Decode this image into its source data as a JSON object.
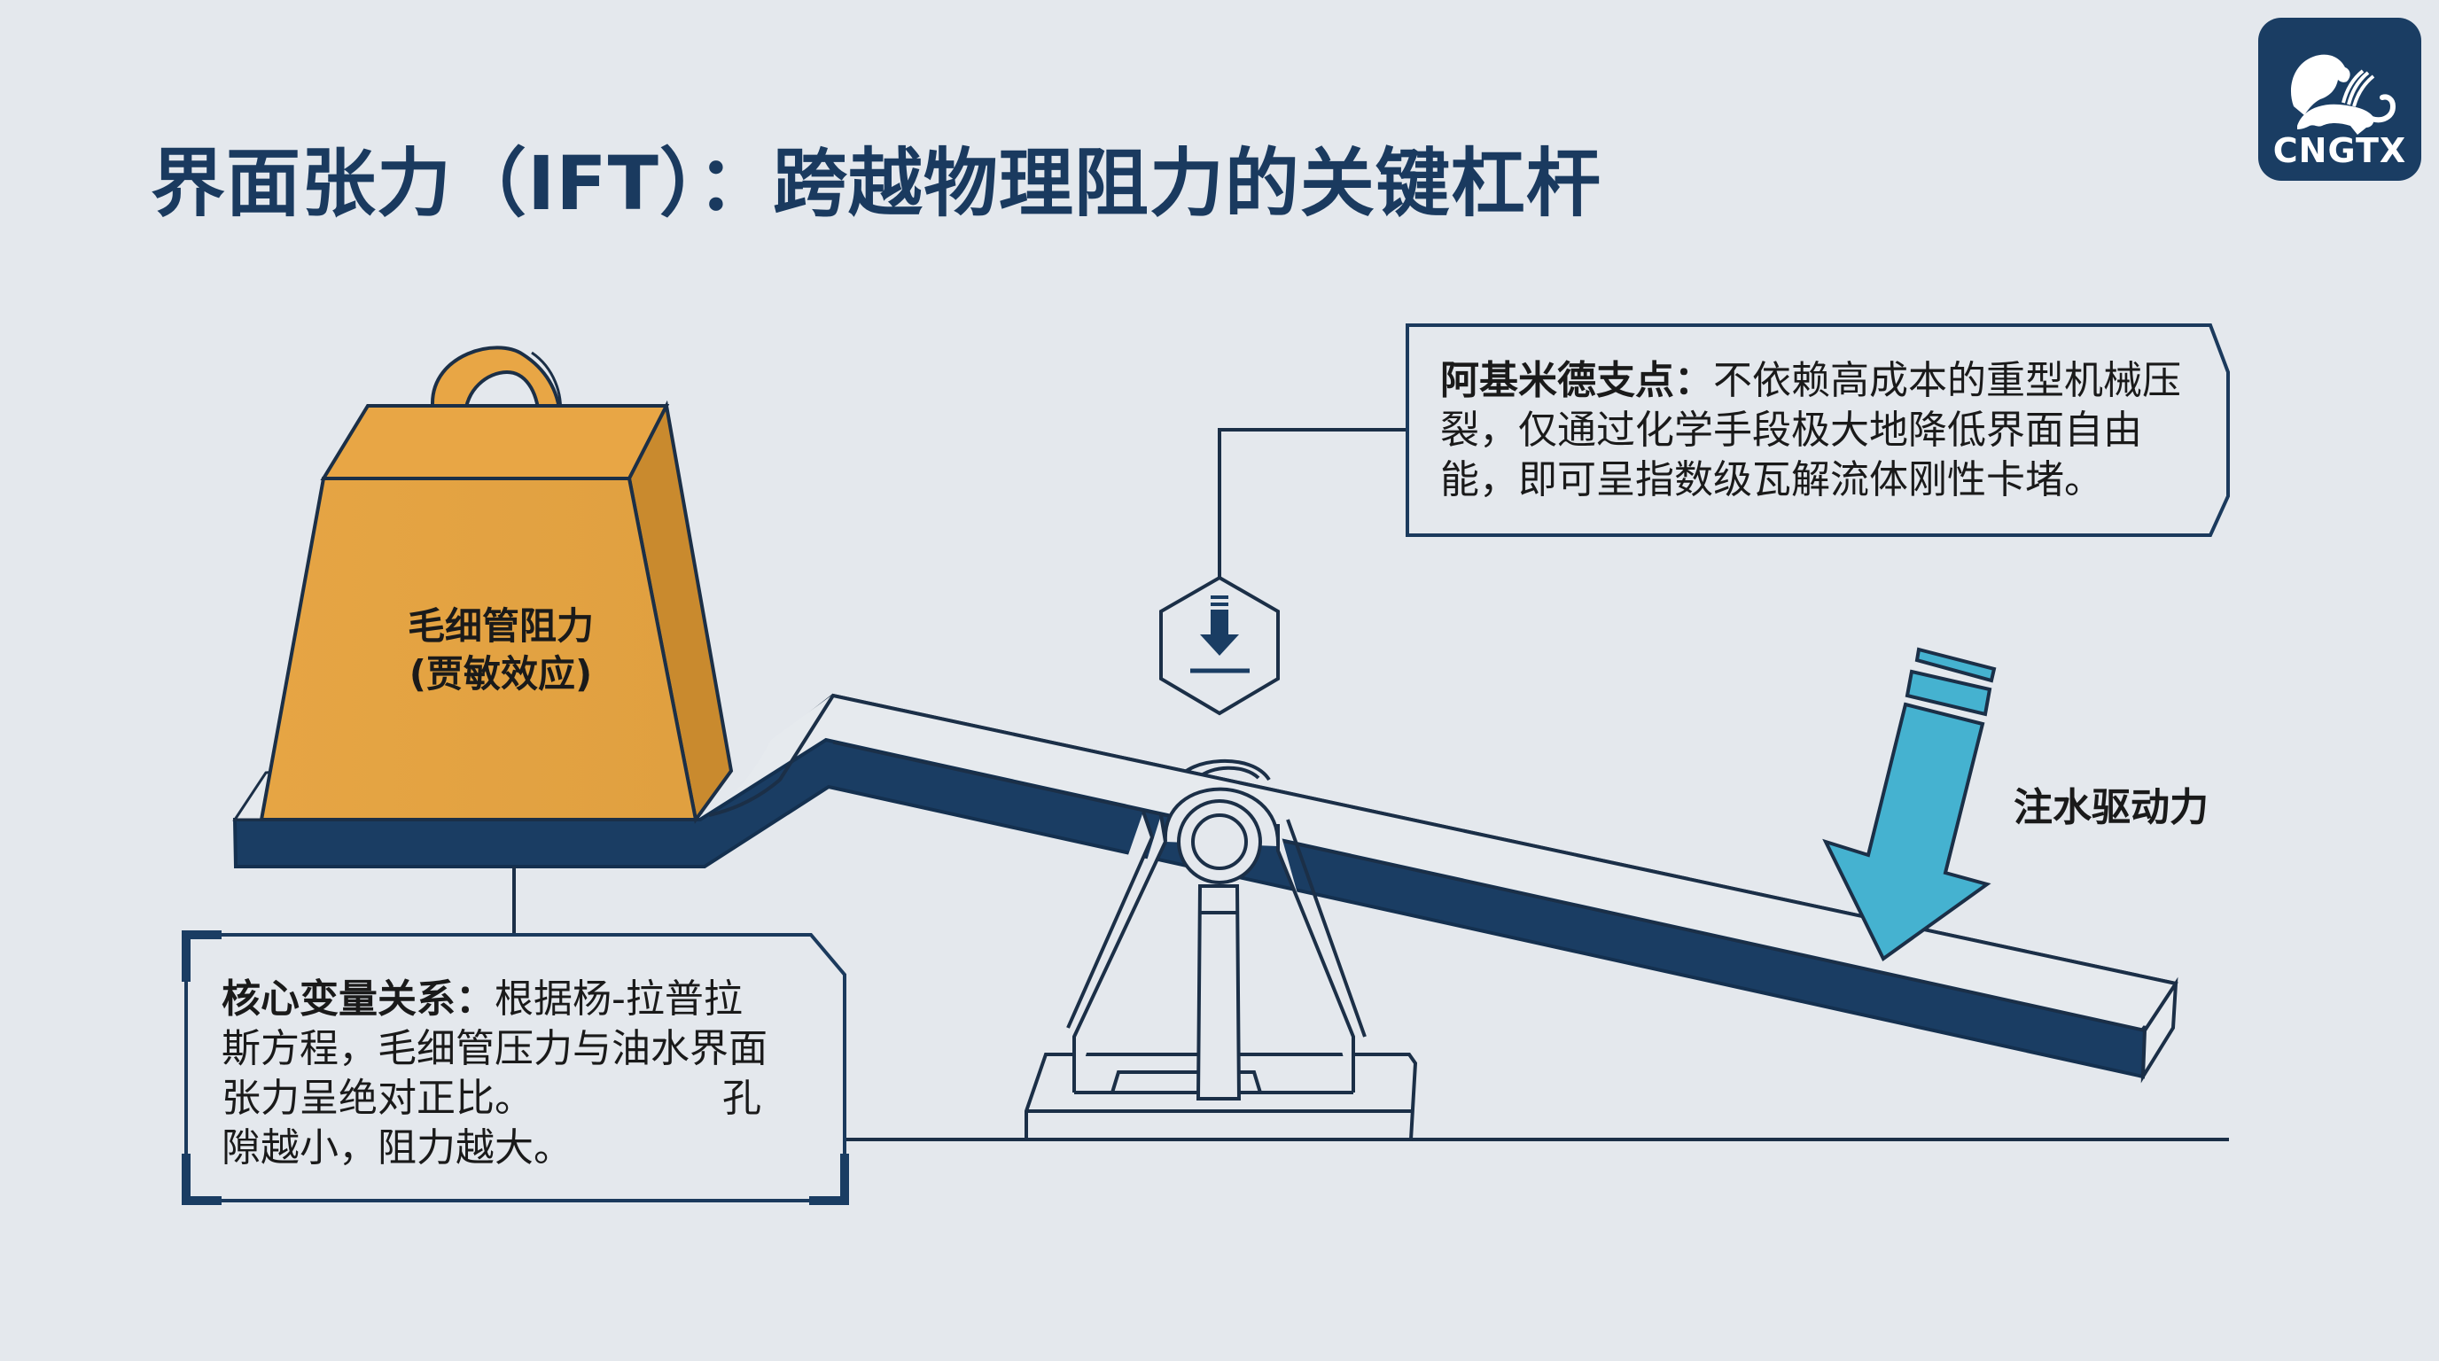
{
  "title": "界面张力（IFT）：跨越物理阻力的关键杠杆",
  "logo": {
    "text": "CNGTX",
    "icon": "lion-logo-icon",
    "background": "#1a3d63"
  },
  "weight": {
    "line1": "毛细管阻力",
    "line2": "(贾敏效应)",
    "color": "#e3a443"
  },
  "fulcrum_callout": {
    "heading": "阿基米德支点：",
    "body_line1": "不依赖高成本的重型机械压",
    "body_line2": "裂，仅通过化学手段极大地降低界面自由",
    "body_line3": "能，即可呈指数级瓦解流体刚性卡堵。",
    "icon": "down-arrow-to-base-icon"
  },
  "core_callout": {
    "heading": "核心变量关系：",
    "body_line1": "根据杨-拉普拉",
    "body_line2": "斯方程，毛细管压力与油水界面",
    "body_line3": "张力呈绝对正比。",
    "body_line3_tail": "孔",
    "body_line4": "隙越小，阻力越大。"
  },
  "force": {
    "label": "注水驱动力",
    "icon": "down-arrow-force-icon",
    "color": "#45b2d0"
  },
  "colors": {
    "background": "#e4e8ed",
    "navy": "#1a3d63",
    "line": "#1b2f47",
    "title": "#1a3a5f"
  }
}
